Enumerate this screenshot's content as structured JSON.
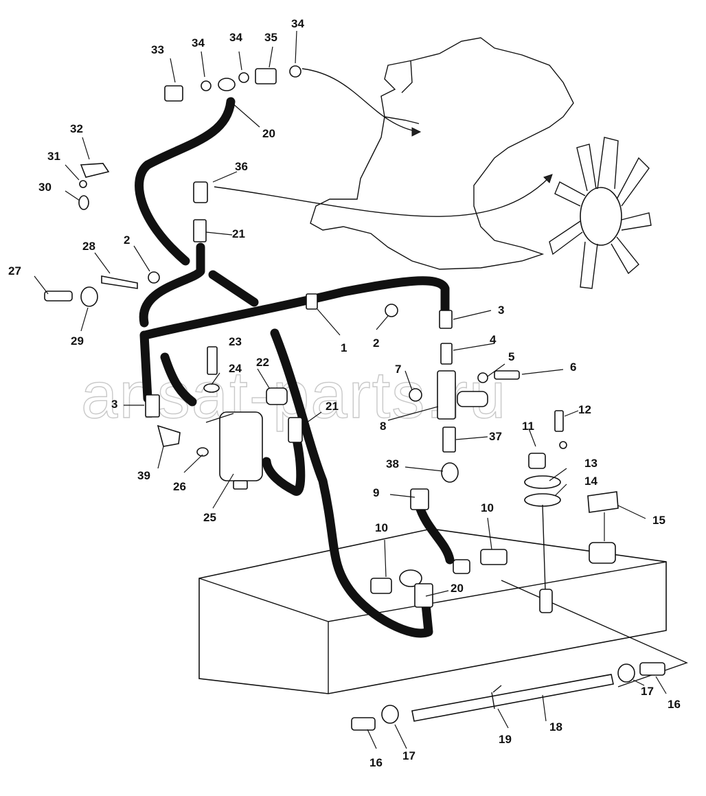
{
  "watermark": "ansat-parts.ru",
  "callouts": [
    "33",
    "34",
    "34",
    "35",
    "34",
    "20",
    "32",
    "31",
    "30",
    "36",
    "21",
    "28",
    "2",
    "27",
    "29",
    "1",
    "2",
    "3",
    "23",
    "22",
    "24",
    "21",
    "3",
    "4",
    "5",
    "6",
    "7",
    "8",
    "12",
    "11",
    "37",
    "13",
    "14",
    "39",
    "26",
    "25",
    "38",
    "9",
    "10",
    "10",
    "15",
    "20",
    "17",
    "16",
    "16",
    "17",
    "19",
    "18"
  ]
}
